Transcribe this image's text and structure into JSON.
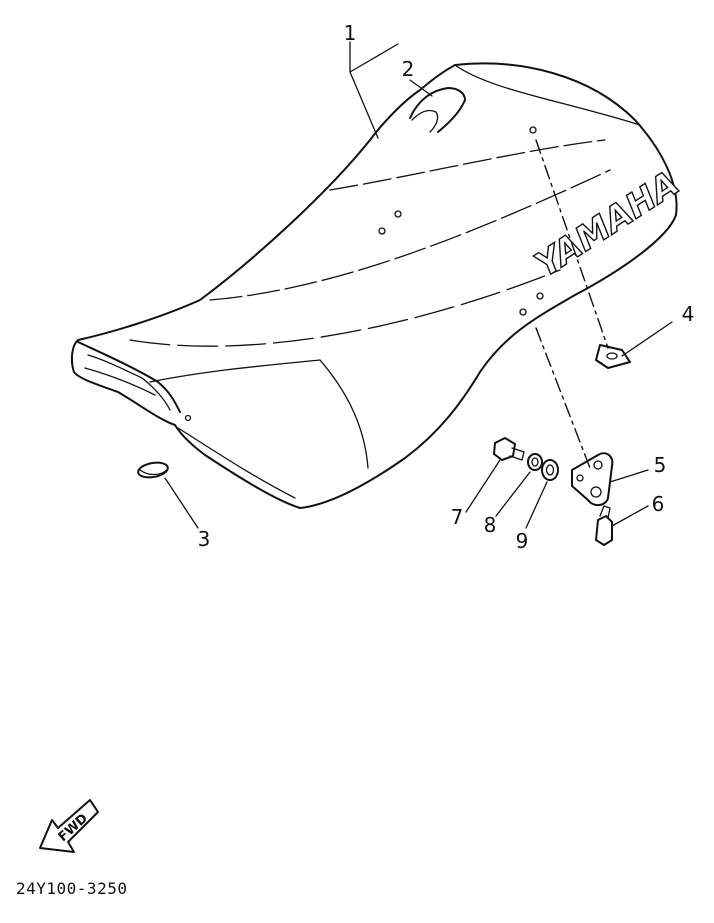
{
  "diagram": {
    "part_labels": [
      {
        "id": "1",
        "text": "1"
      },
      {
        "id": "2",
        "text": "2"
      },
      {
        "id": "3",
        "text": "3"
      },
      {
        "id": "4",
        "text": "4"
      },
      {
        "id": "5",
        "text": "5"
      },
      {
        "id": "6",
        "text": "6"
      },
      {
        "id": "7",
        "text": "7"
      },
      {
        "id": "8",
        "text": "8"
      },
      {
        "id": "9",
        "text": "9"
      }
    ],
    "seat_brand": "YAMAHA",
    "direction_arrow": "FWD",
    "diagram_code": "24Y100-3250"
  }
}
